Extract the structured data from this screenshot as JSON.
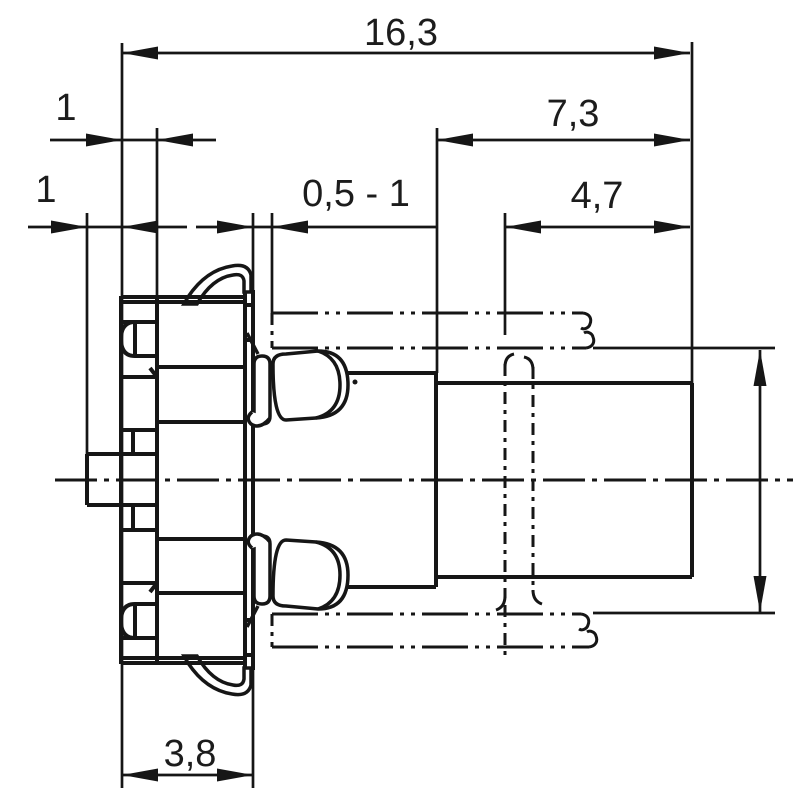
{
  "drawing": {
    "kind": "connector-panel-mount-side-view",
    "units_style": "decimal-comma",
    "colors": {
      "background": "#ffffff",
      "line": "#161616",
      "text": "#1c1c1c"
    },
    "dimensions": {
      "overall_length": {
        "label": "16,3"
      },
      "front_length": {
        "label": "7,3"
      },
      "collar_width": {
        "label": "1"
      },
      "pin_projection": {
        "label": "1"
      },
      "panel_thickness": {
        "label": "0,5 - 1"
      },
      "front_section": {
        "label": "4,7"
      },
      "flange_depth": {
        "label": "3,8"
      }
    }
  }
}
